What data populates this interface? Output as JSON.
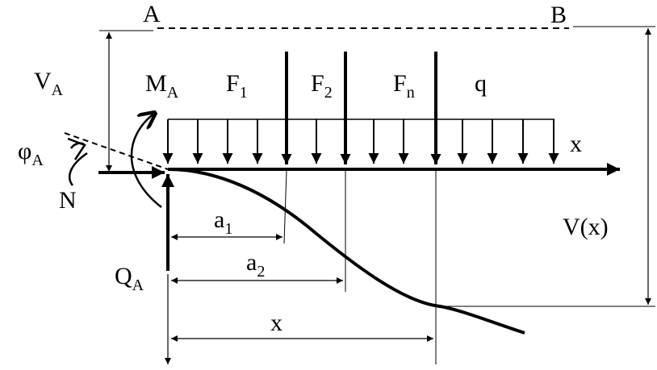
{
  "points": {
    "a": "A",
    "b": "B"
  },
  "labels": {
    "va": {
      "main": "V",
      "sub": "A"
    },
    "ma": {
      "main": "M",
      "sub": "A"
    },
    "f1": {
      "main": "F",
      "sub": "1"
    },
    "f2": {
      "main": "F",
      "sub": "2"
    },
    "fn": {
      "main": "F",
      "sub": "n"
    },
    "q": "q",
    "x_axis": "x",
    "phi": {
      "main": "φ",
      "sub": "A"
    },
    "n": "N",
    "vx": "V(x)",
    "qa": {
      "main": "Q",
      "sub": "A"
    },
    "a1": {
      "main": "a",
      "sub": "1"
    },
    "a2": {
      "main": "a",
      "sub": "2"
    },
    "x_dim": "x"
  }
}
